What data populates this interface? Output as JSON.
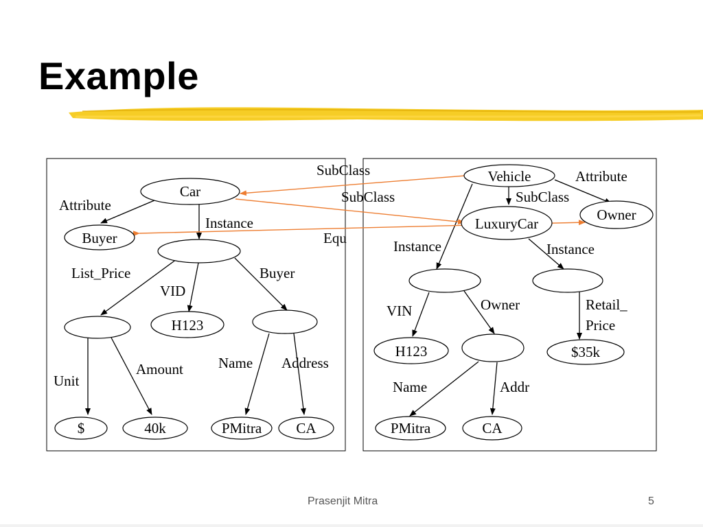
{
  "slide": {
    "title": "Example",
    "footer_author": "Prasenjit Mitra",
    "page_number": "5"
  },
  "colors": {
    "mapping_arrow": "#ed7d31",
    "title_underline": "#f5c400"
  },
  "left_graph": {
    "nodes": {
      "car": "Car",
      "buyer": "Buyer",
      "instance_node": "",
      "price_node": "",
      "h123": "H123",
      "buyer_node": "",
      "dollar": "$",
      "forty_k": "40k",
      "pmitra": "PMitra",
      "ca": "CA"
    },
    "edges": {
      "attribute": "Attribute",
      "instance": "Instance",
      "list_price": "List_Price",
      "vid": "VID",
      "buyer": "Buyer",
      "unit": "Unit",
      "amount": "Amount",
      "name": "Name",
      "address": "Address"
    }
  },
  "right_graph": {
    "nodes": {
      "vehicle": "Vehicle",
      "owner": "Owner",
      "luxurycar": "LuxuryCar",
      "instance_node": "",
      "retail_node": "",
      "h123": "H123",
      "owner_node": "",
      "price": "$35k",
      "pmitra": "PMitra",
      "ca": "CA"
    },
    "edges": {
      "attribute": "Attribute",
      "subclass": "SubClass",
      "instance_left": "Instance",
      "instance_right": "Instance",
      "vin": "VIN",
      "owner": "Owner",
      "retail_line1": "Retail_",
      "retail_line2": "Price",
      "name": "Name",
      "addr": "Addr"
    }
  },
  "mappings": {
    "subclass_top": "SubClass",
    "subclass_mid": "SubClass",
    "equ": "Equ"
  }
}
